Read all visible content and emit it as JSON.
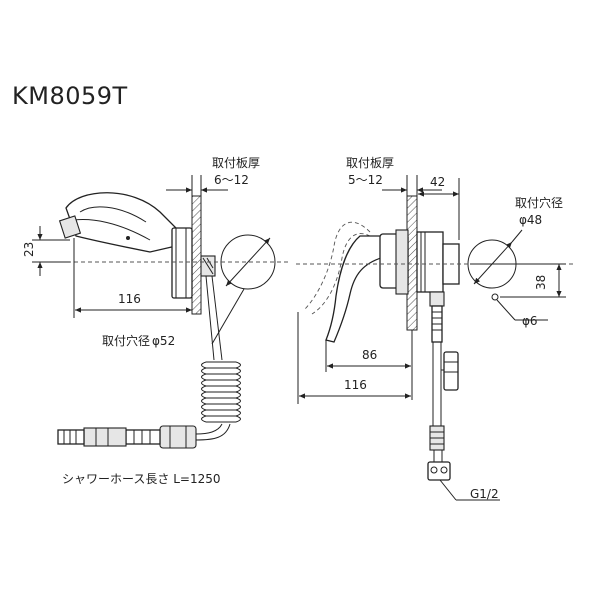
{
  "model": "KM8059T",
  "left_view": {
    "plate_thickness_label": "取付板厚",
    "plate_thickness_value": "6〜12",
    "height_dim": "23",
    "length_dim": "116",
    "hole_label": "取付穴径",
    "hole_value": "φ52",
    "hose_label": "シャワーホース長さ L=1250"
  },
  "right_view": {
    "plate_thickness_label": "取付板厚",
    "plate_thickness_value": "5〜12",
    "depth_dim": "42",
    "hole_label": "取付穴径",
    "hole_value": "φ48",
    "offset_dim": "38",
    "small_hole": "φ6",
    "handle_dim": "86",
    "length_dim": "116",
    "connection": "G1/2"
  }
}
